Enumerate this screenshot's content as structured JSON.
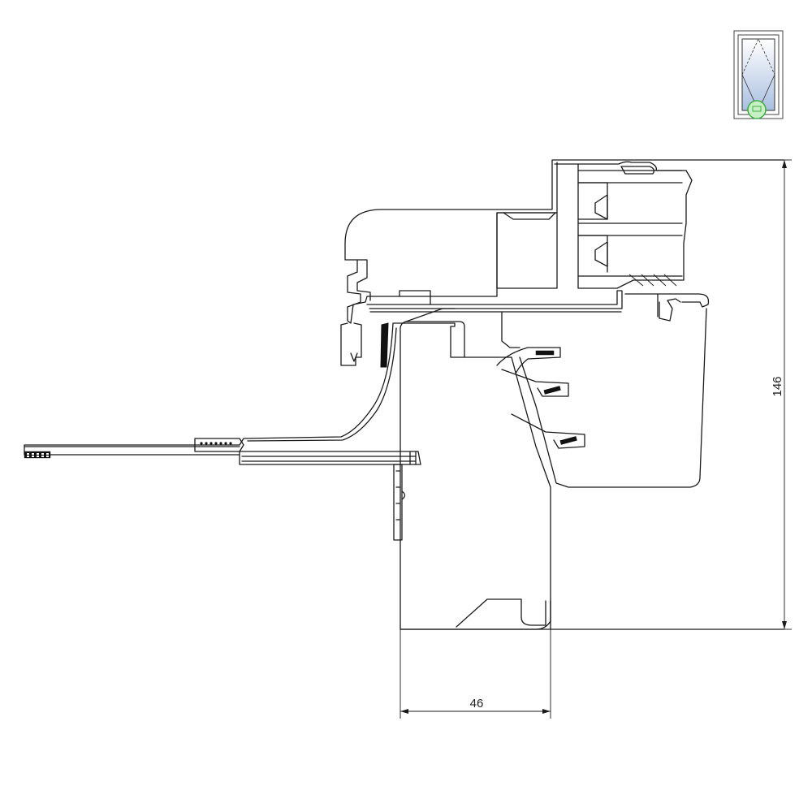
{
  "drawing": {
    "dimensions": {
      "width": {
        "value": "46"
      },
      "height": {
        "value": "146"
      }
    },
    "thumbnail": {
      "icon": "window-tilt-turn-icon",
      "marker": "location-circle-marker",
      "marker_color": "#3cb043",
      "glass_color": "#a9bfe0"
    },
    "line_color": "#1a1a1a",
    "background": "#ffffff"
  }
}
